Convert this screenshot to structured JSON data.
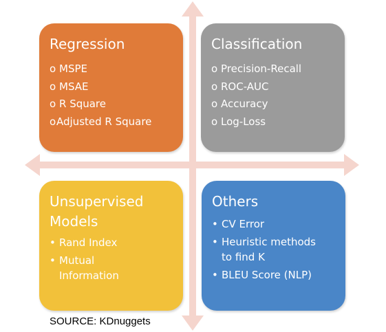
{
  "diagram": {
    "boxes": [
      {
        "title": "Regression",
        "color": "#e07b39",
        "marker": "o",
        "items": [
          "MSPE",
          "MSAE",
          "R Square",
          "Adjusted R Square"
        ]
      },
      {
        "title": "Classification",
        "color": "#9b9b9b",
        "marker": "o",
        "items": [
          "Precision-Recall",
          "ROC-AUC",
          "Accuracy",
          "Log-Loss"
        ]
      },
      {
        "title": "Unsupervised\nModels",
        "color": "#f2c13a",
        "marker": "•",
        "items": [
          "Rand Index",
          "Mutual\nInformation"
        ]
      },
      {
        "title": "Others",
        "color": "#4a86c8",
        "marker": "•",
        "items": [
          "CV Error",
          "Heuristic methods\nto find K",
          "BLEU Score (NLP)"
        ]
      }
    ],
    "arrow_color": "#f5d5cd",
    "source": "SOURCE: KDnuggets"
  }
}
